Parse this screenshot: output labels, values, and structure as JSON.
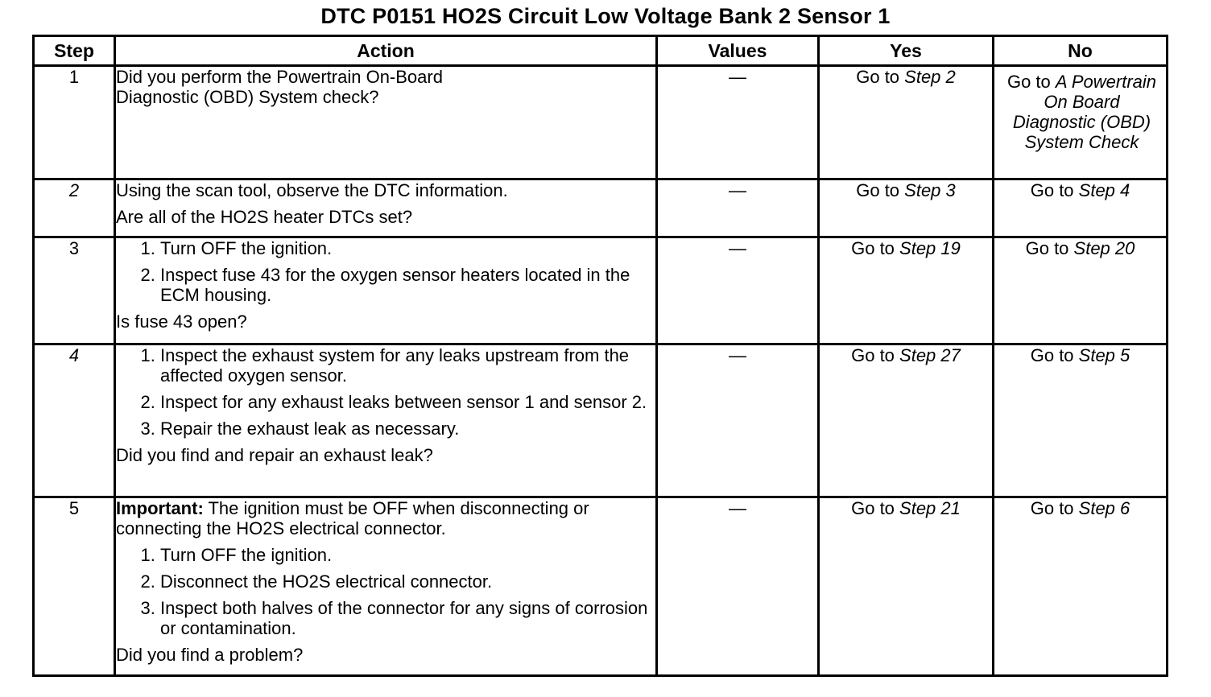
{
  "title": "DTC P0151 HO2S Circuit Low Voltage Bank 2 Sensor 1",
  "headers": {
    "step": "Step",
    "action": "Action",
    "values": "Values",
    "yes": "Yes",
    "no": "No"
  },
  "rows": [
    {
      "step": "1",
      "action_text": "Did you perform the Powertrain On-Board",
      "action_text_2": "Diagnostic (OBD) System check?",
      "value": "—",
      "yes_prefix": "Go to ",
      "yes_link": "Step 2",
      "no_prefix": "Go to ",
      "no_link": "A Powertrain On Board Diagnostic (OBD) System Check"
    },
    {
      "step": "2",
      "action_text": "Using the scan tool, observe the DTC information.",
      "question": "Are all of the HO2S heater DTCs set?",
      "value": "—",
      "yes_prefix": "Go to ",
      "yes_link": "Step 3",
      "no_prefix": "Go to ",
      "no_link": "Step 4"
    },
    {
      "step": "3",
      "items": [
        "Turn OFF the ignition.",
        "Inspect fuse 43 for the oxygen sensor heaters located in the ECM housing."
      ],
      "question": "Is fuse 43 open?",
      "value": "—",
      "yes_prefix": "Go to ",
      "yes_link": "Step 19",
      "no_prefix": "Go to ",
      "no_link": "Step 20"
    },
    {
      "step": "4",
      "items": [
        "Inspect the exhaust system for any leaks upstream from the affected oxygen sensor.",
        "Inspect for any exhaust leaks between sensor 1 and sensor 2.",
        "Repair the exhaust leak as necessary."
      ],
      "question": "Did you find and repair an exhaust leak?",
      "value": "—",
      "yes_prefix": "Go to ",
      "yes_link": "Step 27",
      "no_prefix": "Go to ",
      "no_link": "Step 5"
    },
    {
      "step": "5",
      "important_label": "Important:",
      "important_text": " The ignition must be OFF when disconnecting or connecting the HO2S electrical connector.",
      "items": [
        "Turn OFF the ignition.",
        "Disconnect the HO2S electrical connector.",
        "Inspect both halves of the connector for any signs of corrosion or contamination."
      ],
      "question": "Did you find a problem?",
      "value": "—",
      "yes_prefix": "Go to ",
      "yes_link": "Step 21",
      "no_prefix": "Go to ",
      "no_link": "Step 6"
    }
  ]
}
